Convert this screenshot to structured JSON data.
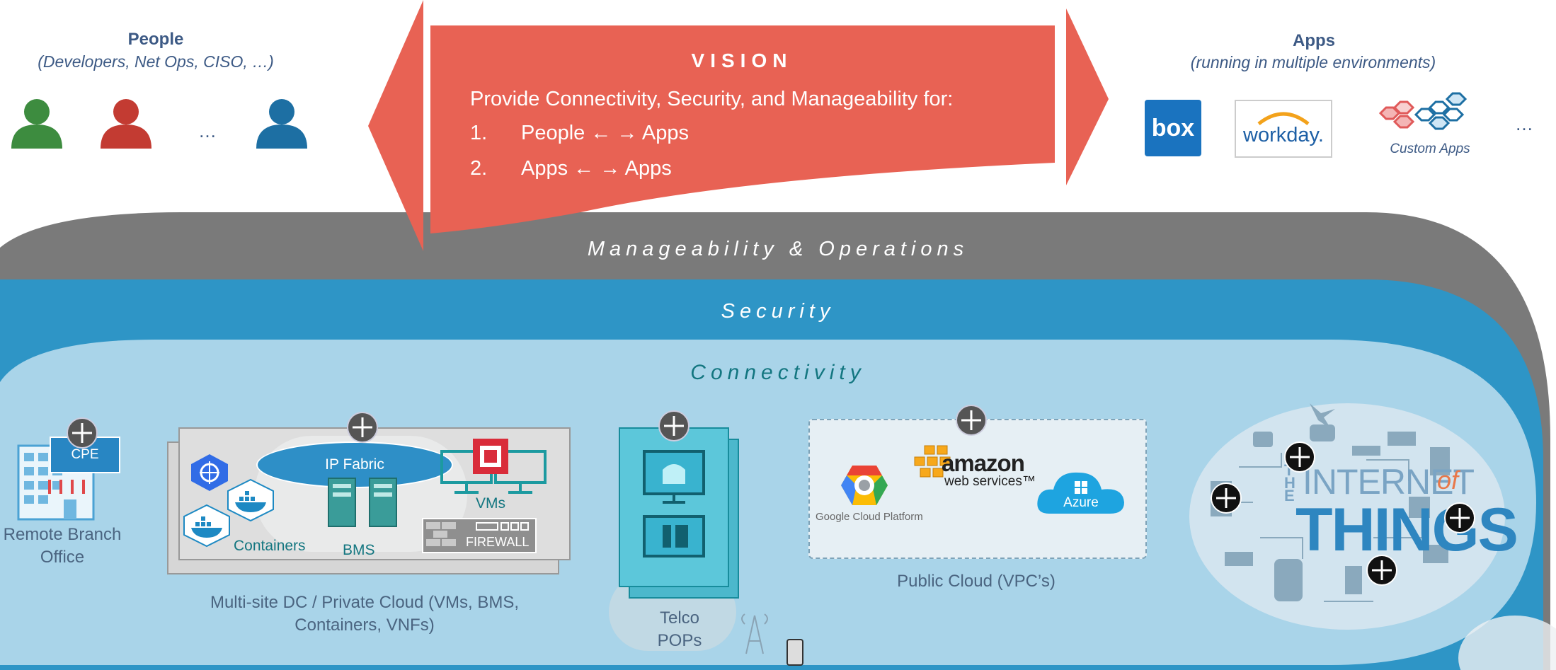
{
  "people": {
    "title": "People",
    "subtitle": "(Developers, Net Ops, CISO, …)",
    "ellipsis": "…"
  },
  "apps": {
    "title": "Apps",
    "subtitle": "(running in multiple environments)",
    "ellipsis": "…",
    "box_logo": "box",
    "workday_logo": "workday.",
    "custom_label": "Custom Apps"
  },
  "vision": {
    "title": "VISION",
    "line": "Provide Connectivity, Security, and Manageability for:",
    "item1_num": "1.",
    "item1_text": "People ← → Apps",
    "item2_num": "2.",
    "item2_text": "Apps ← → Apps"
  },
  "bands": {
    "manageability": "Manageability & Operations",
    "security": "Security",
    "connectivity": "Connectivity"
  },
  "branch": {
    "cpe": "CPE",
    "label_line1": "Remote Branch",
    "label_line2": "Office"
  },
  "dc": {
    "ip_fabric": "IP Fabric",
    "vms": "VMs",
    "containers": "Containers",
    "bms": "BMS",
    "firewall": "FIREWALL",
    "label_line1": "Multi-site DC / Private Cloud  (VMs, BMS,",
    "label_line2": "Containers, VNFs)"
  },
  "telco": {
    "label_line1": "Telco",
    "label_line2": "POPs"
  },
  "cloud": {
    "google": "Google Cloud Platform",
    "amazon": "amazon",
    "aws_sub": "web services™",
    "azure": "Azure",
    "label": "Public Cloud (VPC’s)"
  },
  "iot": {
    "the": "THE",
    "internet": "INTERNET",
    "of": "of",
    "things": "THINGS"
  },
  "colors": {
    "gray_band": "#7a7a7a",
    "security_band": "#2e95c6",
    "connectivity_band": "#a9d4e9",
    "vision_red": "#e86254",
    "title_blue": "#3d5a85"
  }
}
